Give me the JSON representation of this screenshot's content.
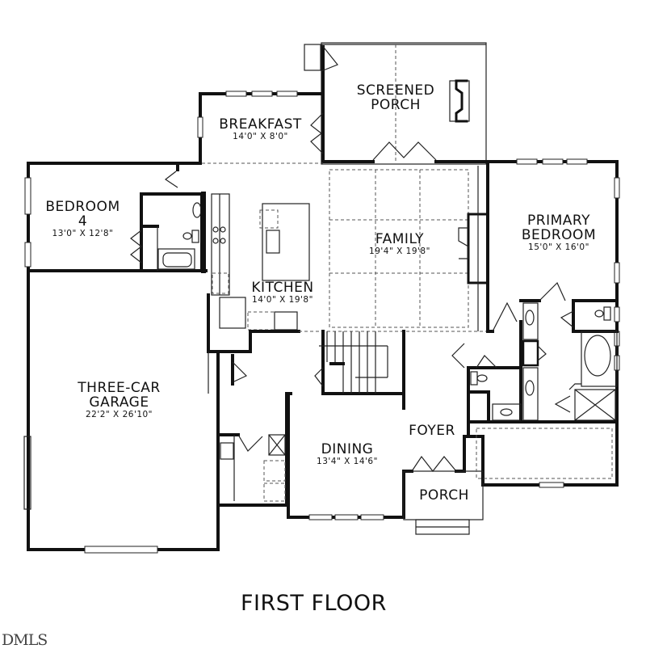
{
  "plan": {
    "title": "FIRST FLOOR",
    "watermark": "DMLS",
    "rooms": {
      "screened_porch": {
        "name_line1": "SCREENED",
        "name_line2": "PORCH"
      },
      "breakfast": {
        "name": "BREAKFAST",
        "dims": "14'0\" X 8'0\""
      },
      "bedroom4": {
        "name_line1": "BEDROOM",
        "name_line2": "4",
        "dims": "13'0\" X 12'8\""
      },
      "family": {
        "name": "FAMILY",
        "dims": "19'4\" X 19'8\""
      },
      "kitchen": {
        "name": "KITCHEN",
        "dims": "14'0\" X 19'8\""
      },
      "primary_bedroom": {
        "name_line1": "PRIMARY",
        "name_line2": "BEDROOM",
        "dims": "15'0\" X 16'0\""
      },
      "garage": {
        "name_line1": "THREE-CAR",
        "name_line2": "GARAGE",
        "dims": "22'2\" X 26'10\""
      },
      "dining": {
        "name": "DINING",
        "dims": "13'4\" X 14'6\""
      },
      "foyer": {
        "name": "FOYER"
      },
      "porch": {
        "name": "PORCH"
      }
    }
  }
}
